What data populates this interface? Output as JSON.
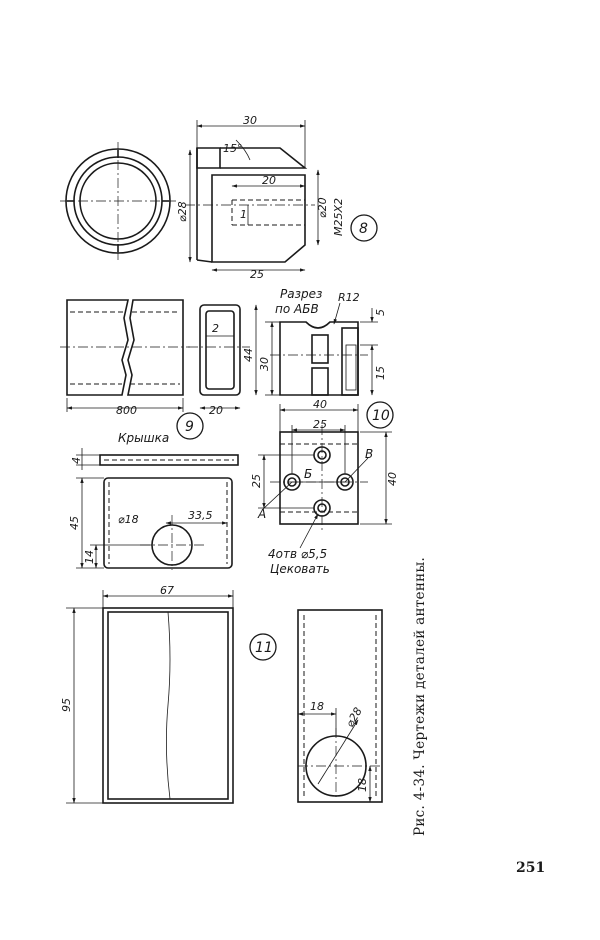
{
  "page_number": "251",
  "caption": "Рис. 4-34. Чертежи деталей антенны.",
  "part8": {
    "number": "8",
    "dims": {
      "length": "30",
      "angle": "15°",
      "bore_depth": "20",
      "step": "1",
      "thread_length": "25",
      "outer_dia": "⌀28",
      "bore_dia": "⌀20",
      "thread": "M25X2"
    }
  },
  "part9": {
    "number": "9",
    "dims": {
      "length": "800",
      "width": "20",
      "height": "44",
      "wall": "2"
    }
  },
  "part10": {
    "number": "10",
    "section_title": [
      "Разрез",
      "по АБВ"
    ],
    "dims": {
      "radius": "R12",
      "top_offset": "5",
      "height": "30",
      "slot": "15",
      "width": "40",
      "hole_spacing": "25",
      "side": "40",
      "vert_spacing": "25"
    },
    "letters": {
      "a": "А",
      "b": "Б",
      "v": "В"
    },
    "holes_note": [
      "4отв ⌀5,5",
      "Цековать"
    ]
  },
  "lid": {
    "title": "Крышка",
    "dims": {
      "thickness": "4",
      "height": "45",
      "bottom": "14",
      "hole": "⌀18",
      "offset": "33,5"
    }
  },
  "part11": {
    "number": "11",
    "dims": {
      "width": "67",
      "height": "95",
      "hole": "⌀28",
      "side": "18",
      "bottom": "18"
    }
  }
}
